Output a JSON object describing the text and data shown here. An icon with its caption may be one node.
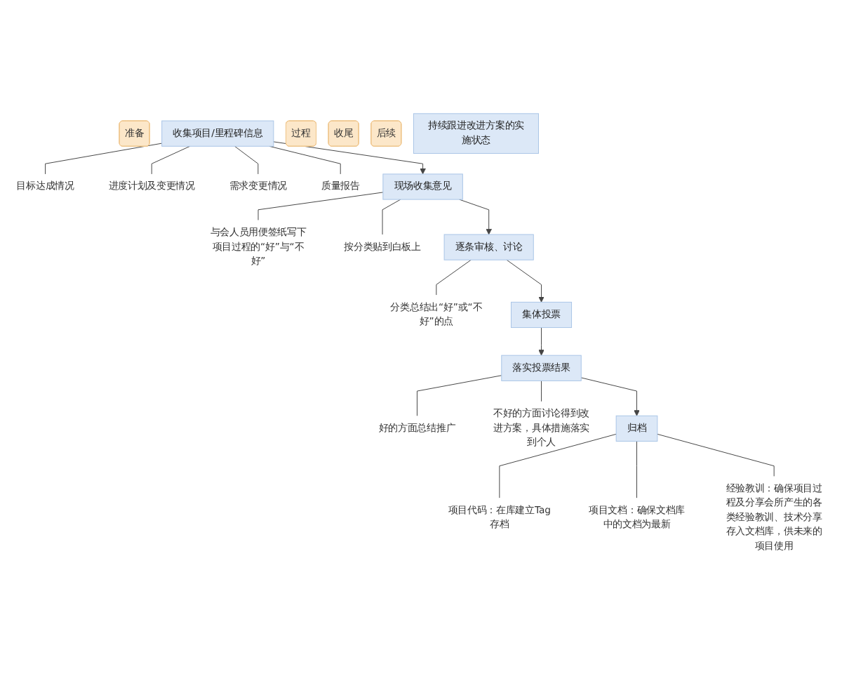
{
  "diagram": {
    "nodes": [
      {
        "text": [
          "准备"
        ]
      },
      {
        "text": [
          "收集项目/里程碑信息"
        ]
      },
      {
        "text": [
          "目标达成情况"
        ]
      },
      {
        "text": [
          "进度计划及变更情况"
        ]
      },
      {
        "text": [
          "需求变更情况"
        ]
      },
      {
        "text": [
          "质量报告"
        ]
      },
      {
        "text": [
          "过程"
        ]
      },
      {
        "text": [
          "现场收集意见"
        ]
      },
      {
        "text": [
          "与会人员用便签纸写下项目过程的“好”与“不好”"
        ]
      },
      {
        "text": [
          "按分类贴到白板上"
        ]
      },
      {
        "text": [
          "逐条审核、讨论"
        ]
      },
      {
        "text": [
          "分类总结出“好”或“不好”的点"
        ]
      },
      {
        "text": [
          "集体投票"
        ]
      },
      {
        "text": [
          "落实投票结果"
        ]
      },
      {
        "text": [
          "好的方面总结推广"
        ]
      },
      {
        "text": [
          "不好的方面讨论得到改进方案，具体措施落实到个人"
        ]
      },
      {
        "text": [
          "收尾"
        ]
      },
      {
        "text": [
          "归档"
        ]
      },
      {
        "text": [
          "项目代码：在库建立Tag存档"
        ]
      },
      {
        "text": [
          "项目文档：确保文档库中的文档为最新"
        ]
      },
      {
        "text": [
          "经验教训：确保项目过程及分享会所产生的各类经验教训、技术分享存入文档库，供未来的项目使用"
        ]
      },
      {
        "text": [
          "后续"
        ]
      },
      {
        "text": [
          "持续跟进改进方案的实施状态"
        ]
      }
    ],
    "edges": [
      {
        "from": 1,
        "to": 2,
        "arrow": "none"
      },
      {
        "from": 1,
        "to": 3,
        "arrow": "none"
      },
      {
        "from": 1,
        "to": 4,
        "arrow": "none"
      },
      {
        "from": 1,
        "to": 5,
        "arrow": "none"
      },
      {
        "from": 1,
        "to": 7,
        "arrow": "to"
      },
      {
        "from": 7,
        "to": 8,
        "arrow": "none"
      },
      {
        "from": 7,
        "to": 9,
        "arrow": "none"
      },
      {
        "from": 7,
        "to": 10,
        "arrow": "to"
      },
      {
        "from": 10,
        "to": 11,
        "arrow": "none"
      },
      {
        "from": 10,
        "to": 12,
        "arrow": "to"
      },
      {
        "from": 12,
        "to": 13,
        "arrow": "to"
      },
      {
        "from": 13,
        "to": 14,
        "arrow": "none"
      },
      {
        "from": 13,
        "to": 15,
        "arrow": "none"
      },
      {
        "from": 13,
        "to": 17,
        "arrow": "to"
      },
      {
        "from": 17,
        "to": 18,
        "arrow": "none"
      },
      {
        "from": 17,
        "to": 19,
        "arrow": "none"
      },
      {
        "from": 17,
        "to": 20,
        "arrow": "none"
      }
    ]
  }
}
